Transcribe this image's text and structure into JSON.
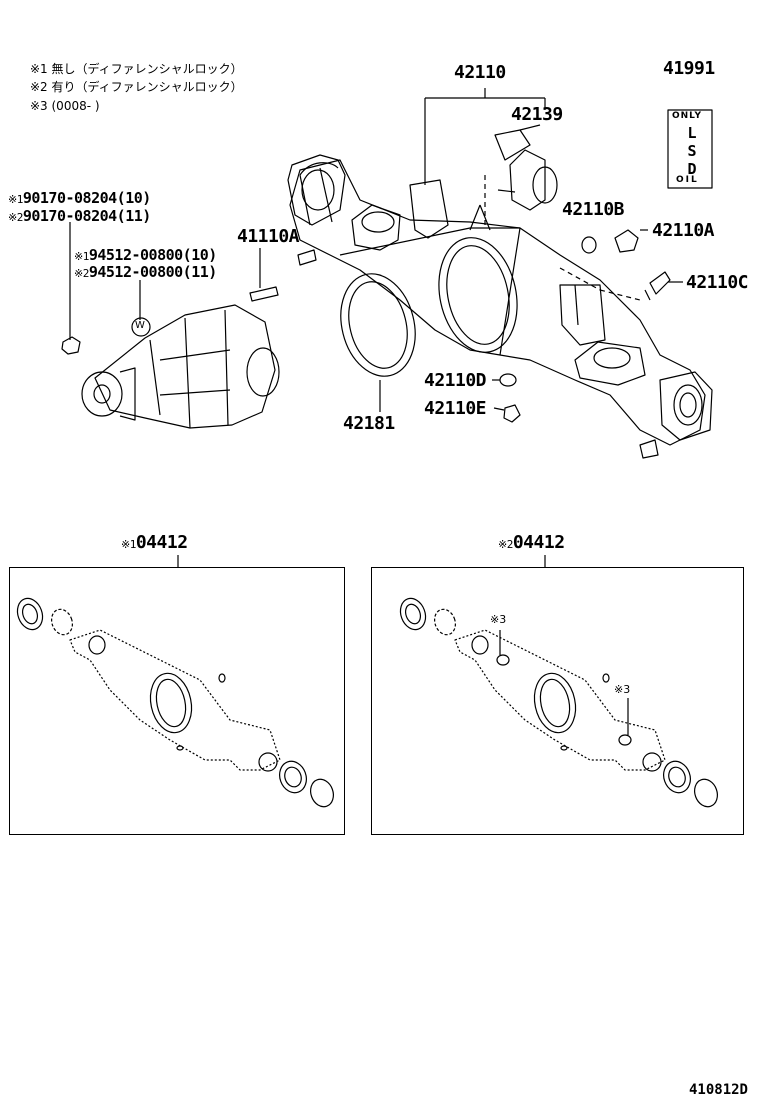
{
  "notes": [
    "※1 無し（ディファレンシャルロック）",
    "※2 有り（ディファレンシャルロック）",
    "※3 (0008-        )"
  ],
  "parts": {
    "p42110": "42110",
    "p41991": "41991",
    "p42139": "42139",
    "p42110B": "42110B",
    "p42110A": "42110A",
    "p42110C": "42110C",
    "p41110A": "41110A",
    "p42110D": "42110D",
    "p42110E": "42110E",
    "p42181": "42181",
    "p90170_1": "90170-08204(10)",
    "p90170_2": "90170-08204(11)",
    "p94512_1": "94512-00800(10)",
    "p94512_2": "94512-00800(11)",
    "p04412_1": "04412",
    "p04412_2": "04412"
  },
  "marks": {
    "m1": "※1",
    "m2": "※2",
    "m3": "※3"
  },
  "label_box": {
    "top": "ONLY",
    "middle": "LSD",
    "bottom": "OIL"
  },
  "washer_symbol": "W",
  "diagram_code": "410812D"
}
